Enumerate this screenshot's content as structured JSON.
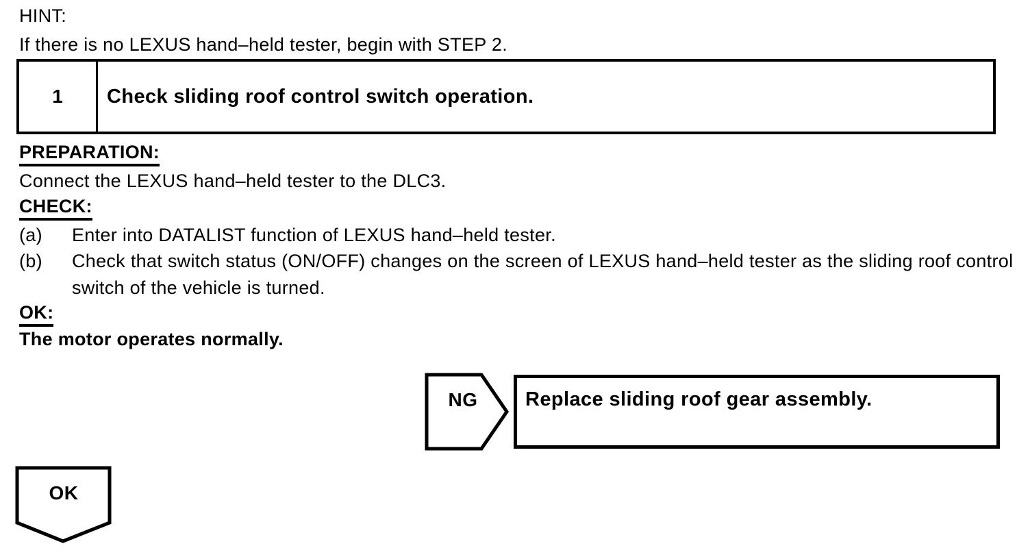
{
  "page": {
    "hint": {
      "label": "HINT:",
      "text": "If there is no LEXUS hand–held tester, begin with STEP 2."
    },
    "step": {
      "number": "1",
      "title": "Check sliding roof control switch operation."
    },
    "preparation": {
      "label": "PREPARATION:",
      "text": "Connect the LEXUS hand–held tester to the DLC3."
    },
    "check": {
      "label": "CHECK:",
      "items": [
        {
          "marker": "(a)",
          "text": "Enter into DATALIST function of LEXUS hand–held tester."
        },
        {
          "marker": "(b)",
          "text": "Check that switch status (ON/OFF) changes on the screen of LEXUS hand–held tester as the sliding roof control switch of the vehicle is turned."
        }
      ]
    },
    "ok_criteria": {
      "label": "OK:",
      "text": "The motor operates normally."
    },
    "ng_branch": {
      "connector_label": "NG",
      "action": "Replace sliding roof gear assembly."
    },
    "ok_branch": {
      "connector_label": "OK"
    },
    "colors": {
      "ink": "#000000",
      "paper": "#ffffff"
    }
  }
}
